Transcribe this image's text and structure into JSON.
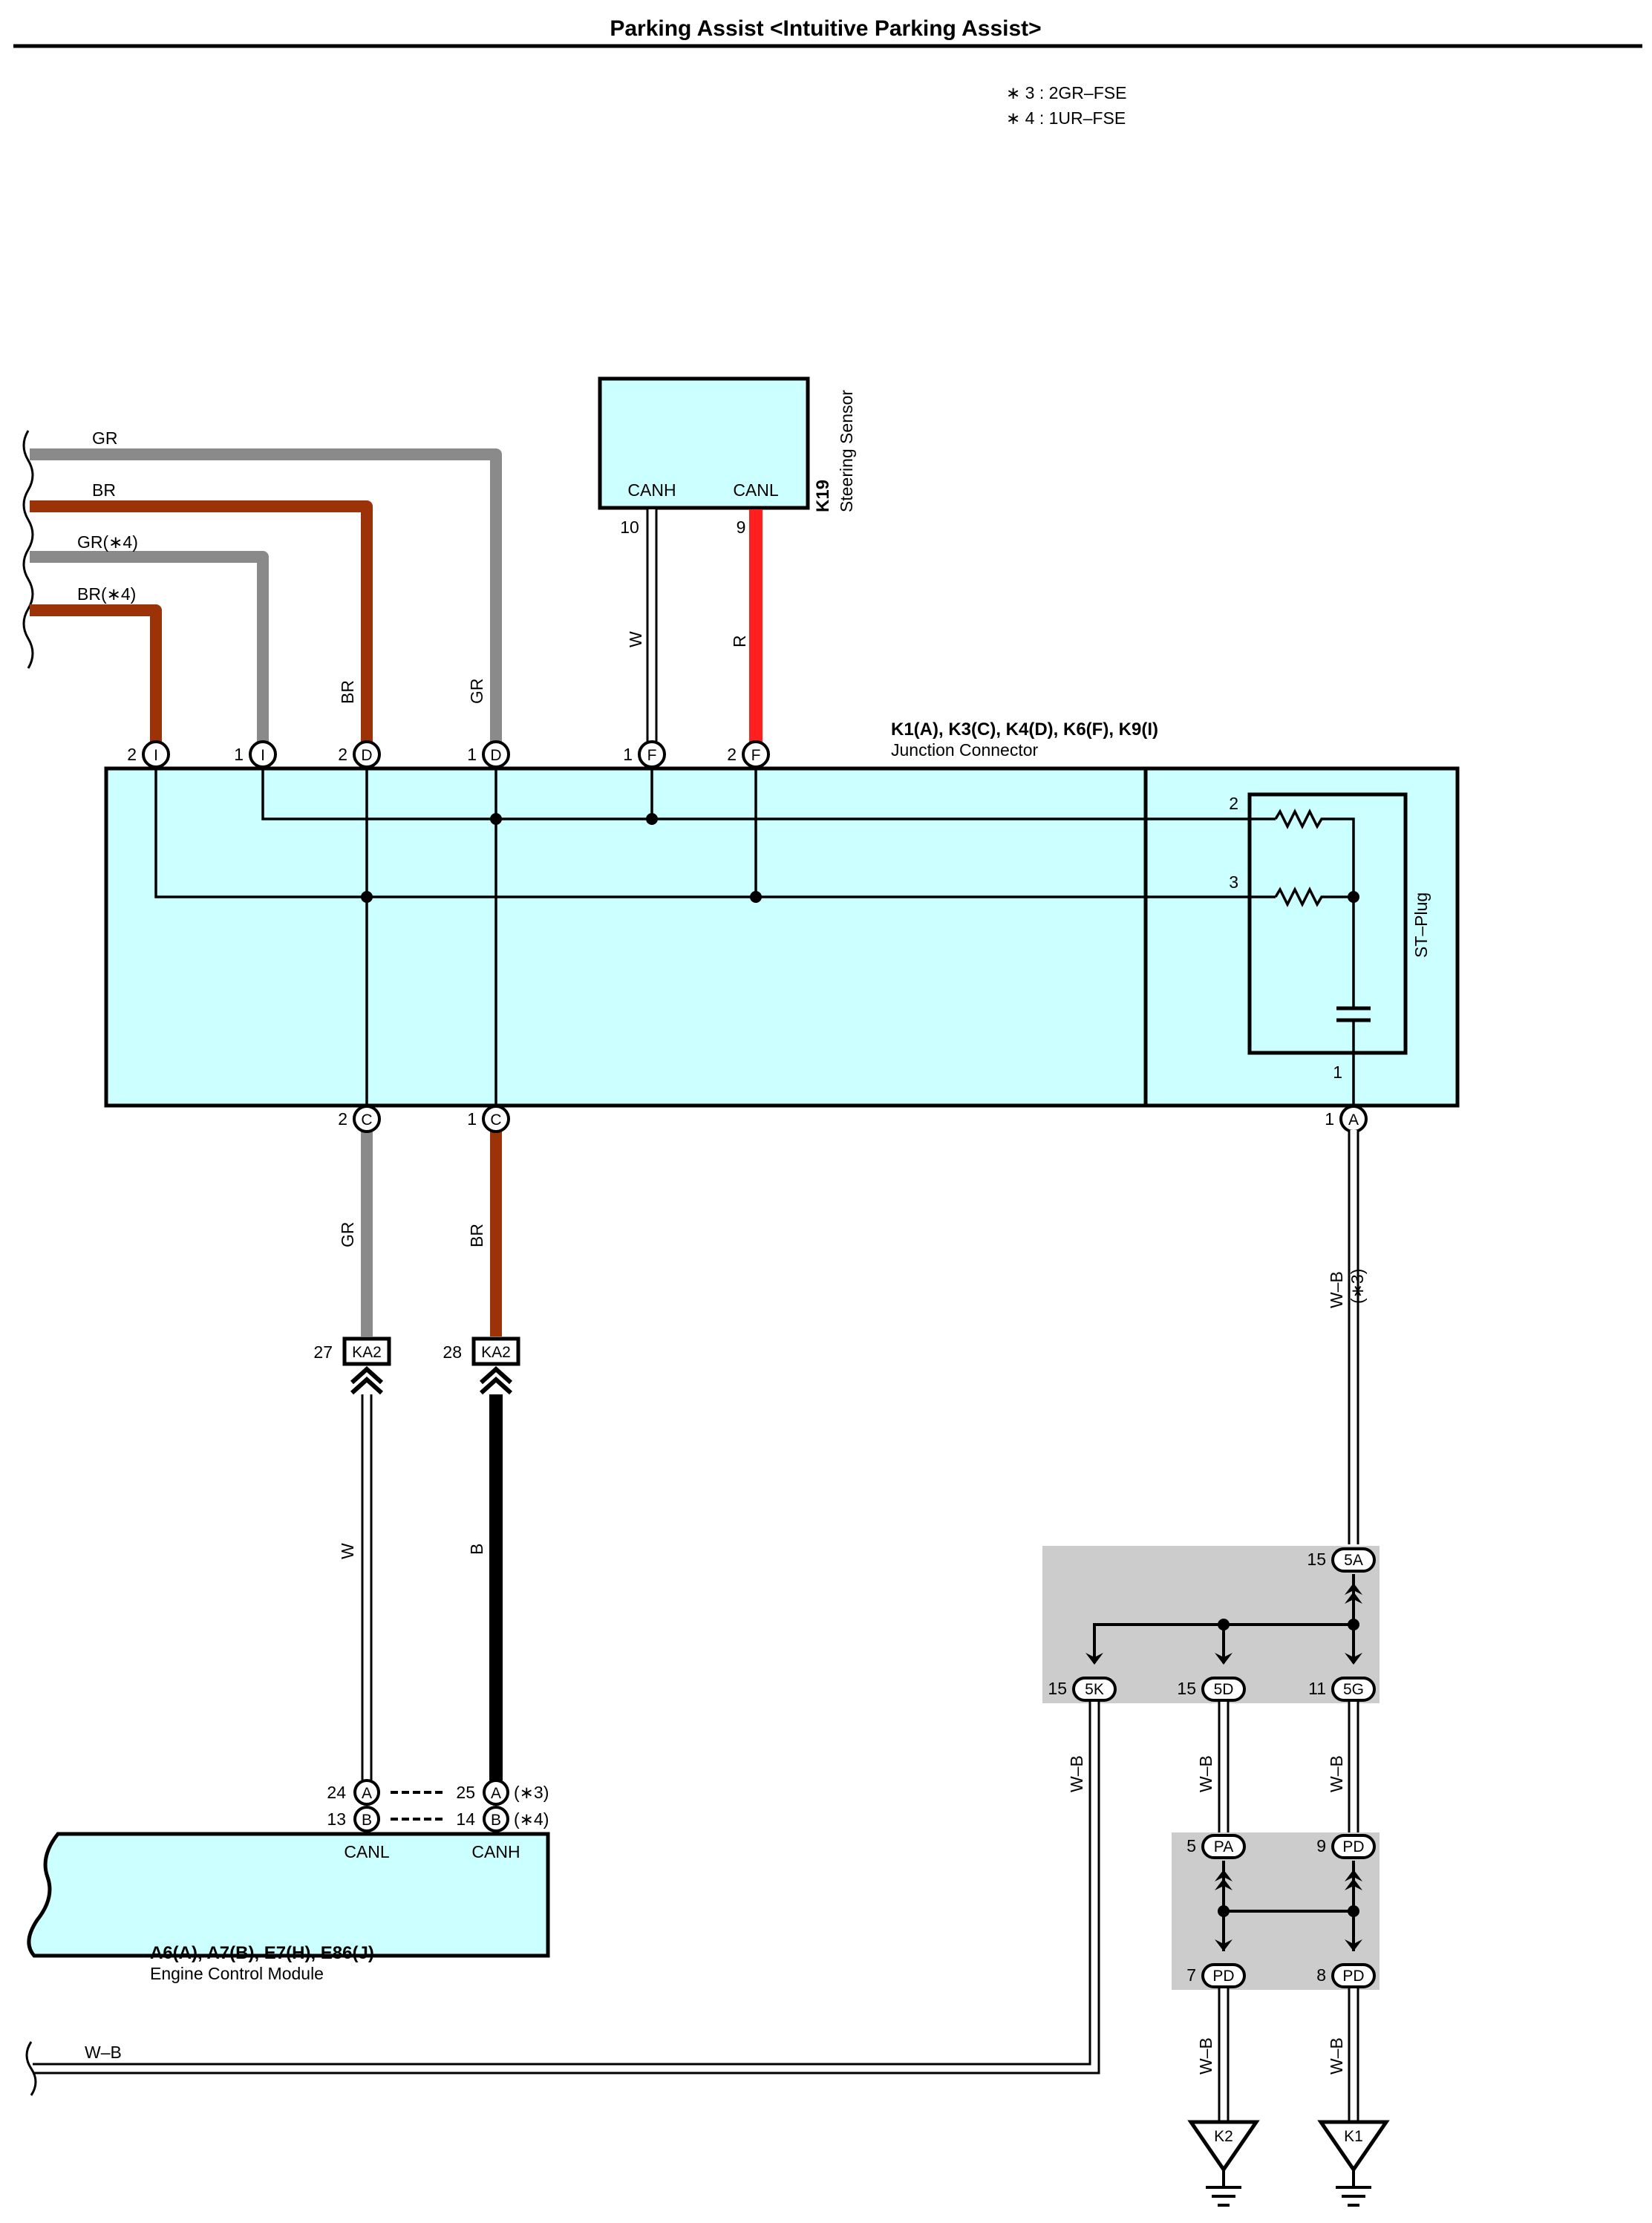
{
  "title": "Parking Assist <Intuitive Parking Assist>",
  "notes": [
    "∗ 3 : 2GR–FSE",
    "∗ 4 : 1UR–FSE"
  ],
  "left_wires": [
    "GR",
    "BR",
    "GR(∗4)",
    "BR(∗4)"
  ],
  "steering_sensor": {
    "code": "K19",
    "name": "Steering Sensor",
    "canh": "CANH",
    "canl": "CANL",
    "pin_canh": "10",
    "pin_canl": "9",
    "wire_canh": "W",
    "wire_canl": "R"
  },
  "junction_connector": {
    "codes": "K1(A), K3(C), K4(D), K6(F), K9(I)",
    "name": "Junction Connector",
    "st_plug": "ST–Plug",
    "top_pins": [
      {
        "num": "2",
        "conn": "I"
      },
      {
        "num": "1",
        "conn": "I"
      },
      {
        "num": "2",
        "conn": "D"
      },
      {
        "num": "1",
        "conn": "D"
      },
      {
        "num": "1",
        "conn": "F"
      },
      {
        "num": "2",
        "conn": "F"
      }
    ],
    "top_wire_labels": [
      "BR",
      "GR"
    ],
    "resistor_pins": [
      "2",
      "3"
    ],
    "plug_pin": "1",
    "bottom_pins": [
      {
        "num": "2",
        "conn": "C"
      },
      {
        "num": "1",
        "conn": "C"
      },
      {
        "num": "1",
        "conn": "A"
      }
    ]
  },
  "can_wires": {
    "upper_left": "GR",
    "upper_right": "BR",
    "ka2_left_pin": "27",
    "ka2_right_pin": "28",
    "ka2": "KA2",
    "lower_left": "W",
    "lower_right": "B"
  },
  "ecm": {
    "codes": "A6(A), A7(B), E7(H), E86(J)",
    "name": "Engine Control Module",
    "canl": "CANL",
    "canh": "CANH",
    "pins": [
      {
        "num": "24",
        "conn": "A"
      },
      {
        "num": "13",
        "conn": "B"
      },
      {
        "num": "25",
        "conn": "A",
        "note": "(∗3)"
      },
      {
        "num": "14",
        "conn": "B",
        "note": "(∗4)"
      }
    ]
  },
  "ground": {
    "wire_main": "W–B",
    "wire_note": "(∗3)",
    "junction1": {
      "in": {
        "num": "15",
        "conn": "5A"
      },
      "outs": [
        {
          "num": "15",
          "conn": "5K"
        },
        {
          "num": "15",
          "conn": "5D"
        },
        {
          "num": "11",
          "conn": "5G"
        }
      ]
    },
    "junction2": {
      "ins": [
        {
          "num": "5",
          "conn": "PA"
        },
        {
          "num": "9",
          "conn": "PD"
        }
      ],
      "outs": [
        {
          "num": "7",
          "conn": "PD"
        },
        {
          "num": "8",
          "conn": "PD"
        }
      ]
    },
    "wire_labels": [
      "W–B",
      "W–B",
      "W–B",
      "W–B",
      "W–B",
      "W–B"
    ],
    "bottom_wire": "W–B",
    "grounds": [
      "K2",
      "K1"
    ]
  },
  "colors": {
    "gray": "#8a8a8a",
    "brown": "#9c3208",
    "red": "#ff1f1f",
    "black": "#000000",
    "cyan": "#ccffff",
    "splice_bg": "#cccccc"
  }
}
